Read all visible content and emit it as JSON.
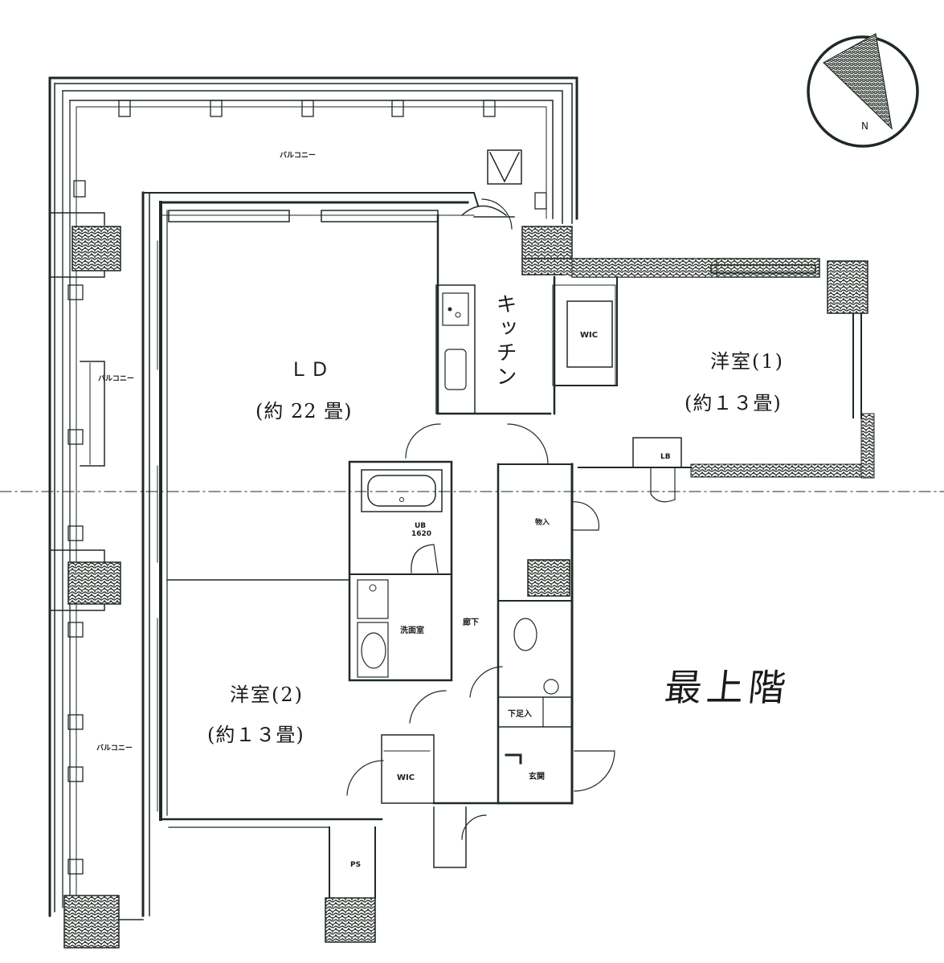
{
  "floor_label": "最上階",
  "compass": {
    "north_label": "N"
  },
  "rooms": {
    "ld": {
      "name": "ＬＤ",
      "size": "(約 22 畳)"
    },
    "kitchen": {
      "name": "キッチン"
    },
    "western1": {
      "name": "洋室(1)",
      "size": "(約１３畳)"
    },
    "western2": {
      "name": "洋室(2)",
      "size": "(約１３畳)"
    },
    "wic1": {
      "name": "WIC"
    },
    "wic2": {
      "name": "WIC"
    },
    "linen": {
      "name": "LB"
    },
    "bath": {
      "name": "UB",
      "size": "1620"
    },
    "washroom": {
      "name": "洗面室"
    },
    "corridor": {
      "name": "廊下"
    },
    "shoe_box": {
      "name": "下足入"
    },
    "entrance": {
      "name": "玄関"
    },
    "storage": {
      "name": "物入"
    },
    "ps": {
      "name": "PS"
    }
  },
  "balconies": [
    {
      "label": "バルコニー"
    },
    {
      "label": "バルコニー"
    },
    {
      "label": "バルコニー"
    }
  ],
  "colors": {
    "line": "#1f2a22",
    "hatch": "#2a2f2a",
    "paper": "#ffffff"
  }
}
